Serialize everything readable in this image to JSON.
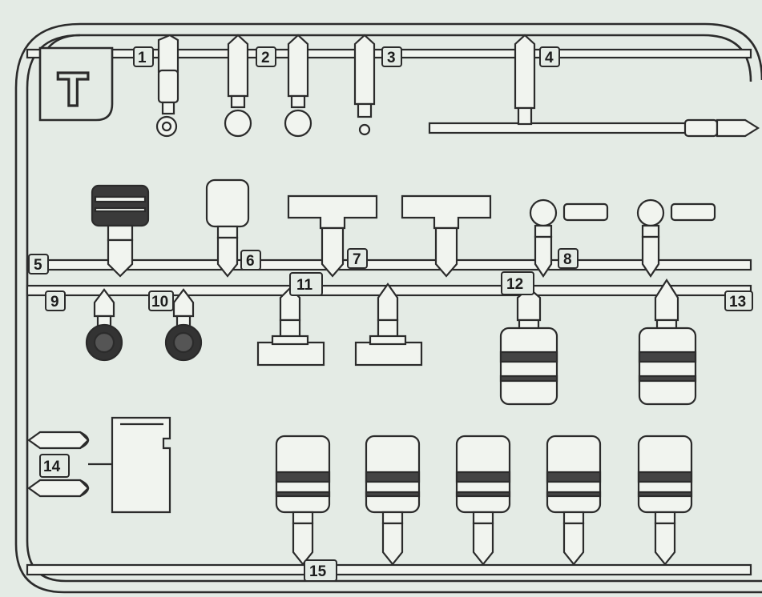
{
  "sprue": {
    "letter": "T",
    "part_numbers": [
      "1",
      "2",
      "3",
      "4",
      "5",
      "6",
      "7",
      "8",
      "9",
      "10",
      "11",
      "12",
      "13",
      "14",
      "15"
    ]
  }
}
